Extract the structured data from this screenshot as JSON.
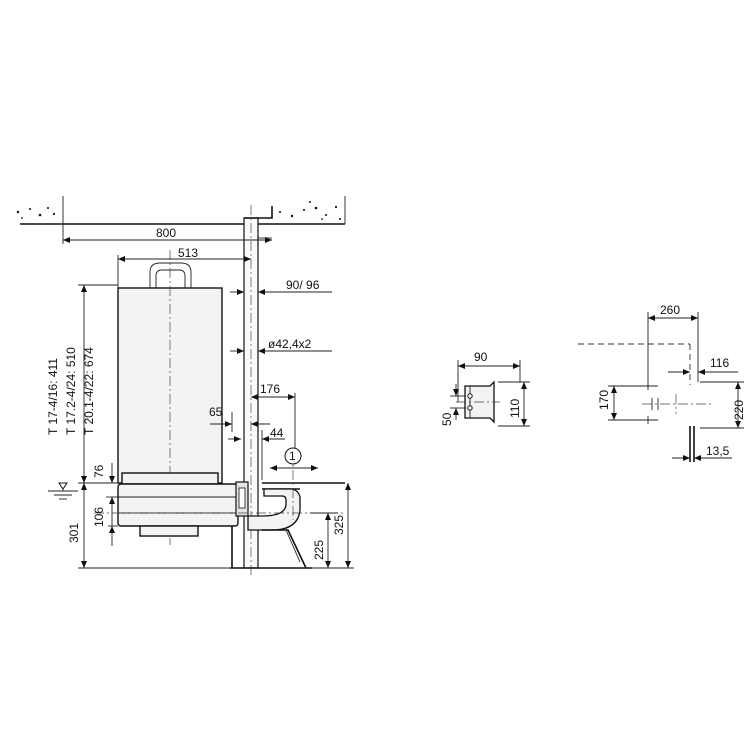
{
  "main_view": {
    "dim_total_width": "800",
    "dim_rail_distance": "513",
    "dim_guide_pipe": "90/ 96",
    "dim_pipe_diameter": "ø42,4x2",
    "dim_176": "176",
    "dim_65": "65",
    "dim_44": "44",
    "dim_76": "76",
    "dim_106": "106",
    "dim_301": "301",
    "dim_225": "225",
    "dim_325": "325",
    "callout_number": "1",
    "type_heights": [
      "T 17-4/16: 411",
      "T 17.2-4/24: 510",
      "T 20.1-4/22: 674"
    ]
  },
  "bracket_view": {
    "dim_90": "90",
    "dim_50": "50",
    "dim_110": "110"
  },
  "base_plan": {
    "dim_260": "260",
    "dim_116": "116",
    "dim_170": "170",
    "dim_220": "220",
    "dim_13_5": "13,5"
  },
  "colors": {
    "line": "#111111",
    "fill": "#f3f3f3",
    "background": "#ffffff"
  }
}
